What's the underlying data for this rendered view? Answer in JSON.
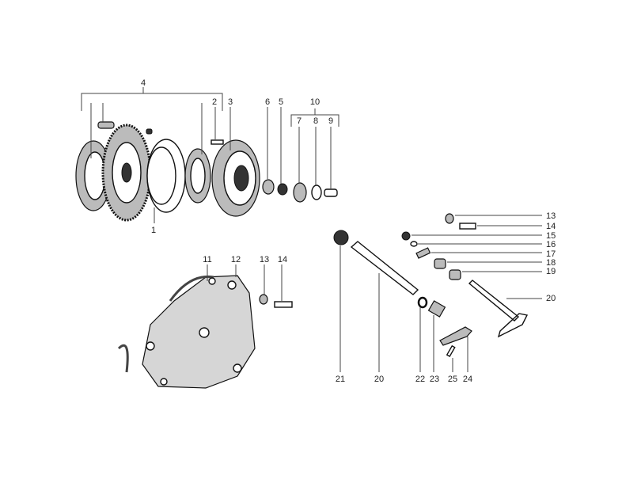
{
  "diagram": {
    "type": "exploded-parts-view",
    "callouts": {
      "c1": "1",
      "c2": "2",
      "c3": "3",
      "c4": "4",
      "c5": "5",
      "c6": "6",
      "c7": "7",
      "c8": "8",
      "c9": "9",
      "c10": "10",
      "r13": "13",
      "r14": "14",
      "r15": "15",
      "r16": "16",
      "r17": "17",
      "r18": "18",
      "r19": "19",
      "r20": "20",
      "b11": "11",
      "b12": "12",
      "b13": "13",
      "b14": "14",
      "b21": "21",
      "b20": "20",
      "b22": "22",
      "b23": "23",
      "b25": "25",
      "b24": "24"
    }
  }
}
